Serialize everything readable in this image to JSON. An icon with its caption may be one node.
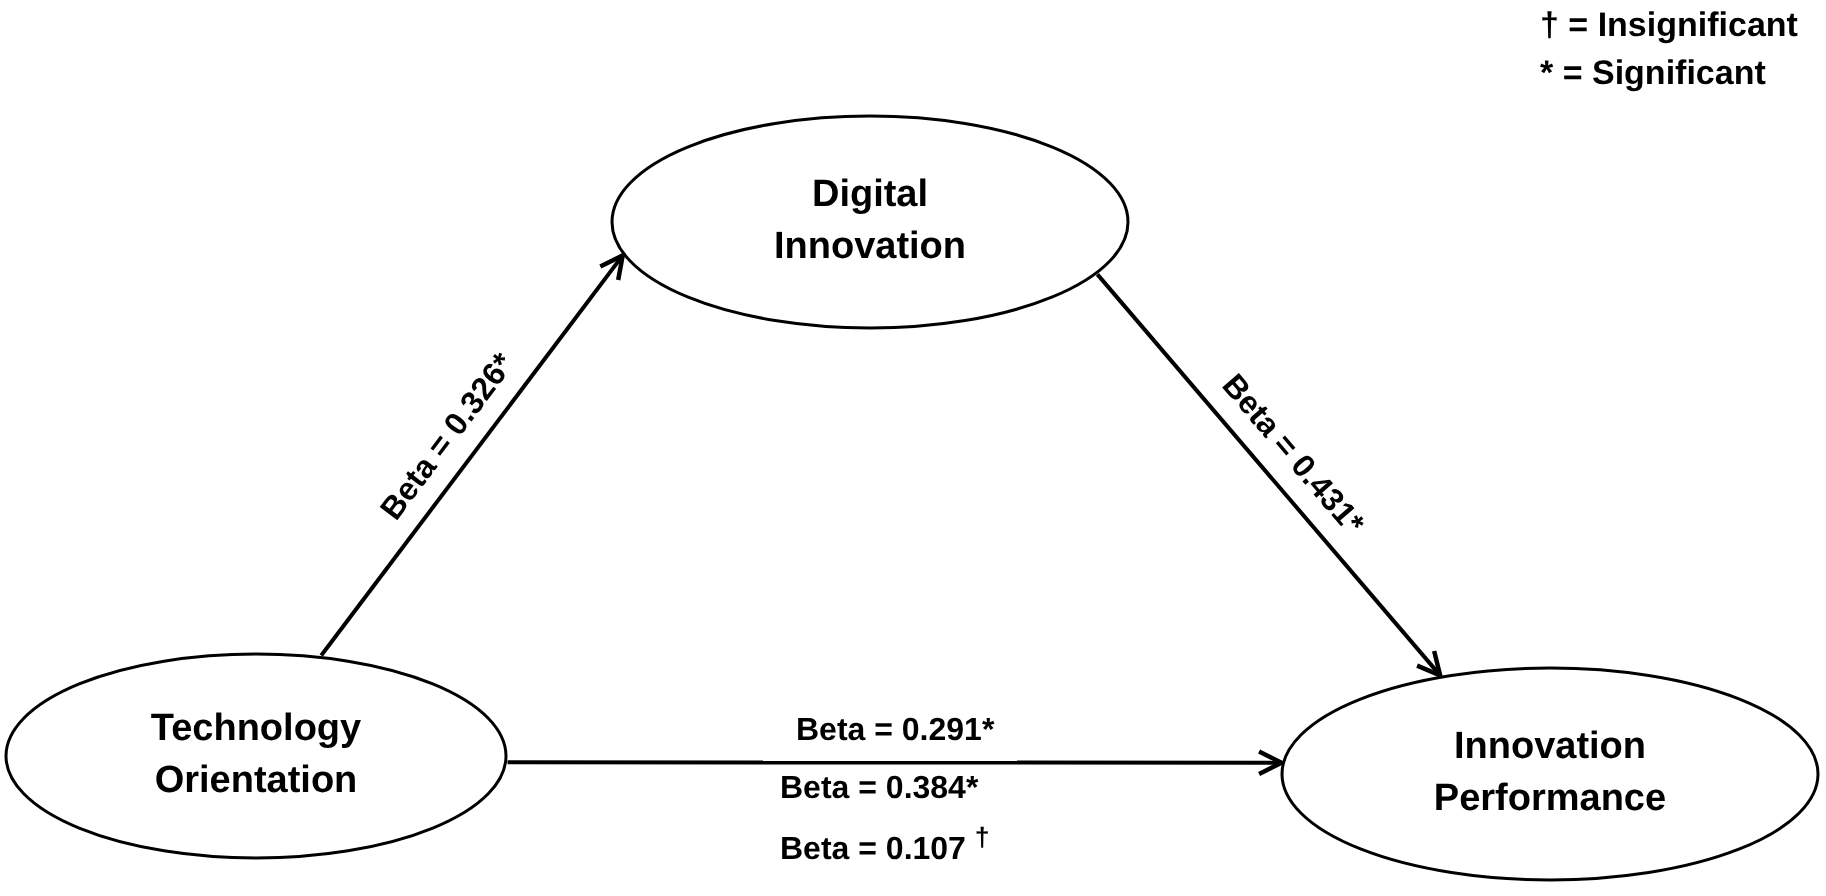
{
  "diagram": {
    "nodes": [
      {
        "text": [
          "Digital Innovation"
        ]
      },
      {
        "text": [
          "Technology Orientation"
        ]
      },
      {
        "text": [
          "Innovation Performance"
        ]
      }
    ],
    "edges": [
      {
        "from": 1,
        "to": 0,
        "arrow": "to",
        "label": "Beta = 0.326*"
      },
      {
        "from": 0,
        "to": 2,
        "arrow": "to",
        "label": "Beta = 0.431*"
      },
      {
        "from": 1,
        "to": 2,
        "arrow": "to",
        "label": "Beta = 0.291*"
      }
    ],
    "labels": [
      "† = Insignificant",
      "* = Significant",
      "Beta = 0.384*",
      "Beta = 0.107 $^{†}$"
    ]
  }
}
